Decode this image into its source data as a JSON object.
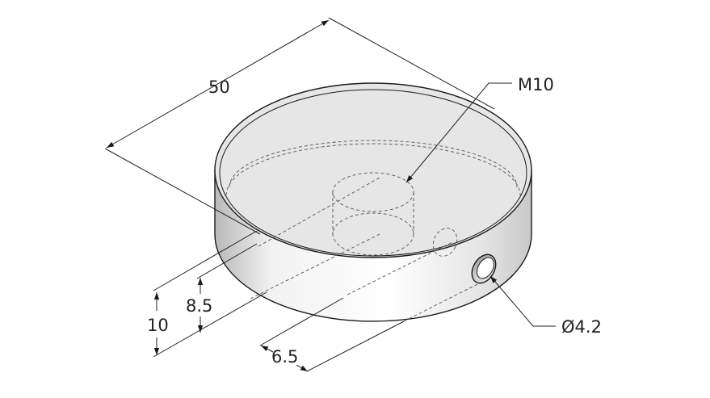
{
  "dimensions": {
    "diameter": "50",
    "thread": "M10",
    "total_height": "10",
    "hole_height": "8.5",
    "hole_offset": "6.5",
    "hole_diameter": "Ø4.2"
  },
  "colors": {
    "top_face": "#e6e6e6",
    "side_light": "#f8f8f8",
    "side_dark": "#b5b5b5",
    "line": "#1a1a1a"
  }
}
